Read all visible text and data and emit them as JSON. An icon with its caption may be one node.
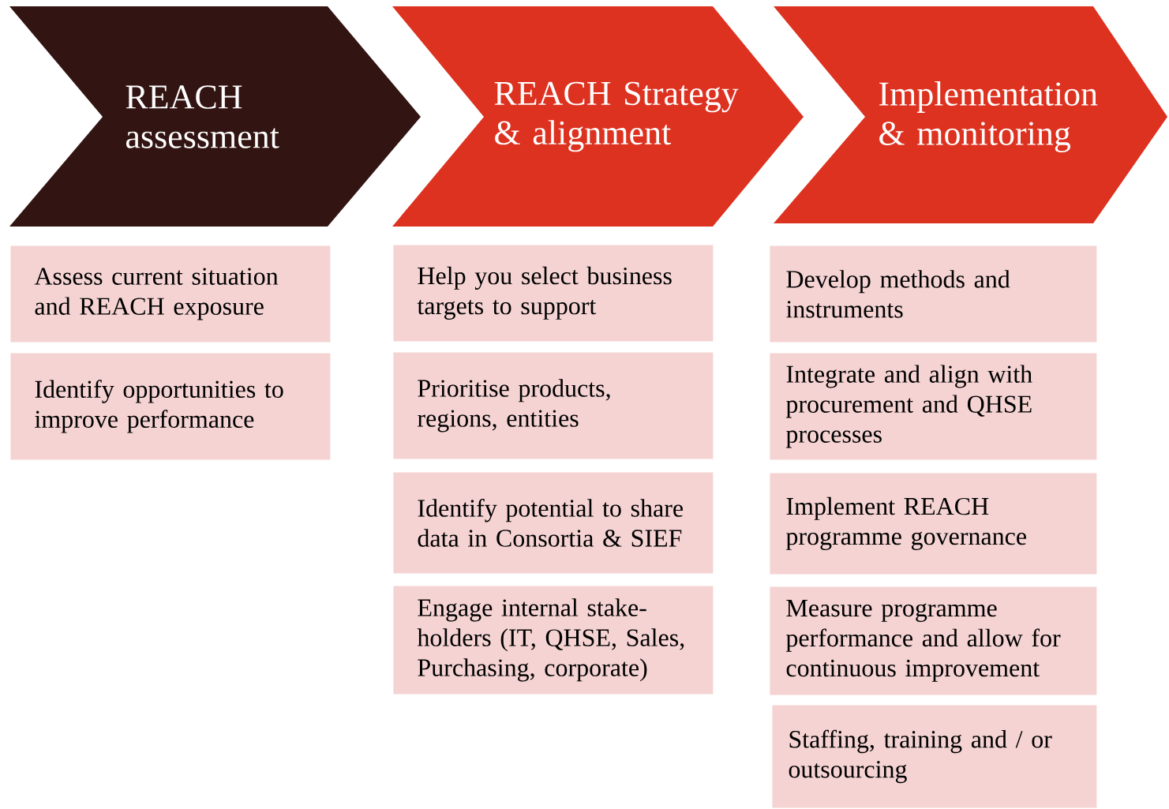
{
  "diagram": {
    "nodes": [
      {
        "text": [
          "REACH assessment"
        ]
      },
      {
        "text": [
          "REACH Strategy & alignment"
        ]
      },
      {
        "text": [
          "Implementation & monitoring"
        ]
      },
      {
        "text": [
          "Assess current situation and REACH exposure"
        ]
      },
      {
        "text": [
          "Identify opportunities to improve performance"
        ]
      },
      {
        "text": [
          "Help you select business targets to support"
        ]
      },
      {
        "text": [
          "Prioritise products, regions, entities"
        ]
      },
      {
        "text": [
          "Identify potential to share data in Consortia & SIEF"
        ]
      },
      {
        "text": [
          "Engage internal stake-holders (IT, QHSE, Sales, Purchasing, corporate)"
        ]
      },
      {
        "text": [
          "Develop methods and instruments"
        ]
      },
      {
        "text": [
          "Integrate and align with procurement and QHSE processes"
        ]
      },
      {
        "text": [
          "Implement REACH programme governance"
        ]
      },
      {
        "text": [
          "Measure programme performance and allow for continuous improvement"
        ]
      },
      {
        "text": [
          "Staffing, training and / or outsourcing"
        ]
      }
    ]
  }
}
